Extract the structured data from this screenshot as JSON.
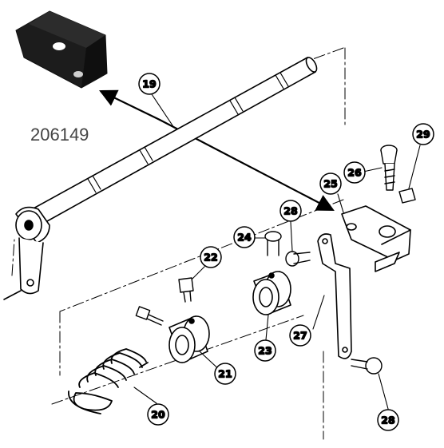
{
  "photo_part_number": "206149",
  "callouts": [
    {
      "id": "c19",
      "label": "19"
    },
    {
      "id": "c20",
      "label": "20"
    },
    {
      "id": "c21",
      "label": "21"
    },
    {
      "id": "c22",
      "label": "22"
    },
    {
      "id": "c23",
      "label": "23"
    },
    {
      "id": "c24",
      "label": "24"
    },
    {
      "id": "c25",
      "label": "25"
    },
    {
      "id": "c26",
      "label": "26"
    },
    {
      "id": "c27",
      "label": "27"
    },
    {
      "id": "c28a",
      "label": "28"
    },
    {
      "id": "c28b",
      "label": "28"
    },
    {
      "id": "c29",
      "label": "29"
    }
  ],
  "colors": {
    "ink": "#000000",
    "photo_part": "#1c1c1c",
    "background": "#ffffff"
  }
}
